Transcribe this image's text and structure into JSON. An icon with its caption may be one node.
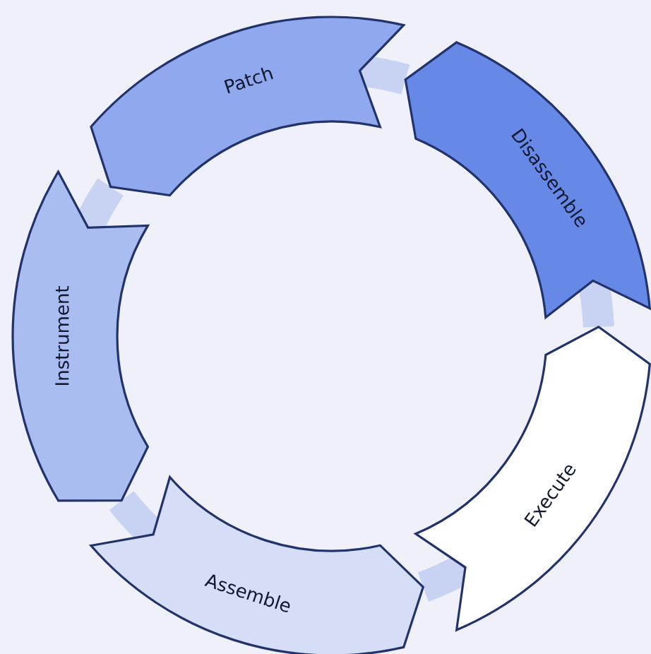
{
  "diagram": {
    "nodes": [
      {
        "text": [
          "Patch"
        ]
      },
      {
        "text": [
          "Disassemble"
        ]
      },
      {
        "text": [
          "Execute"
        ]
      },
      {
        "text": [
          "Assemble"
        ]
      },
      {
        "text": [
          "Instrument"
        ]
      }
    ],
    "edges": [
      {
        "from": 0,
        "to": 1,
        "arrow": "none"
      },
      {
        "from": 1,
        "to": 2,
        "arrow": "none"
      },
      {
        "from": 2,
        "to": 3,
        "arrow": "none"
      },
      {
        "from": 3,
        "to": 4,
        "arrow": "none"
      },
      {
        "from": 4,
        "to": 0,
        "arrow": "none"
      }
    ]
  }
}
